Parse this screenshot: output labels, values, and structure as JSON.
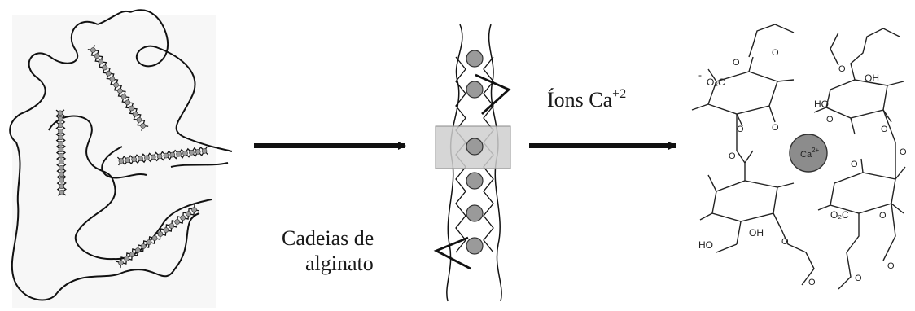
{
  "labels": {
    "ions": "Íons Ca",
    "ions_sup": "+2",
    "chains_line1": "Cadeias de",
    "chains_line2": "alginato"
  },
  "chem": {
    "ion": "Ca",
    "ion_sup": "2+",
    "carboxylate_top": "O₂C",
    "carboxylate_bottom": "O₂C",
    "charge": "-",
    "hydroxyl": "HO",
    "hydroxyl_right": "OH",
    "oxygen": "O"
  },
  "colors": {
    "line": "#111111",
    "bead": "#9a9a9a",
    "box": "#cfcfcf",
    "ion_fill": "#8c8c8c"
  }
}
